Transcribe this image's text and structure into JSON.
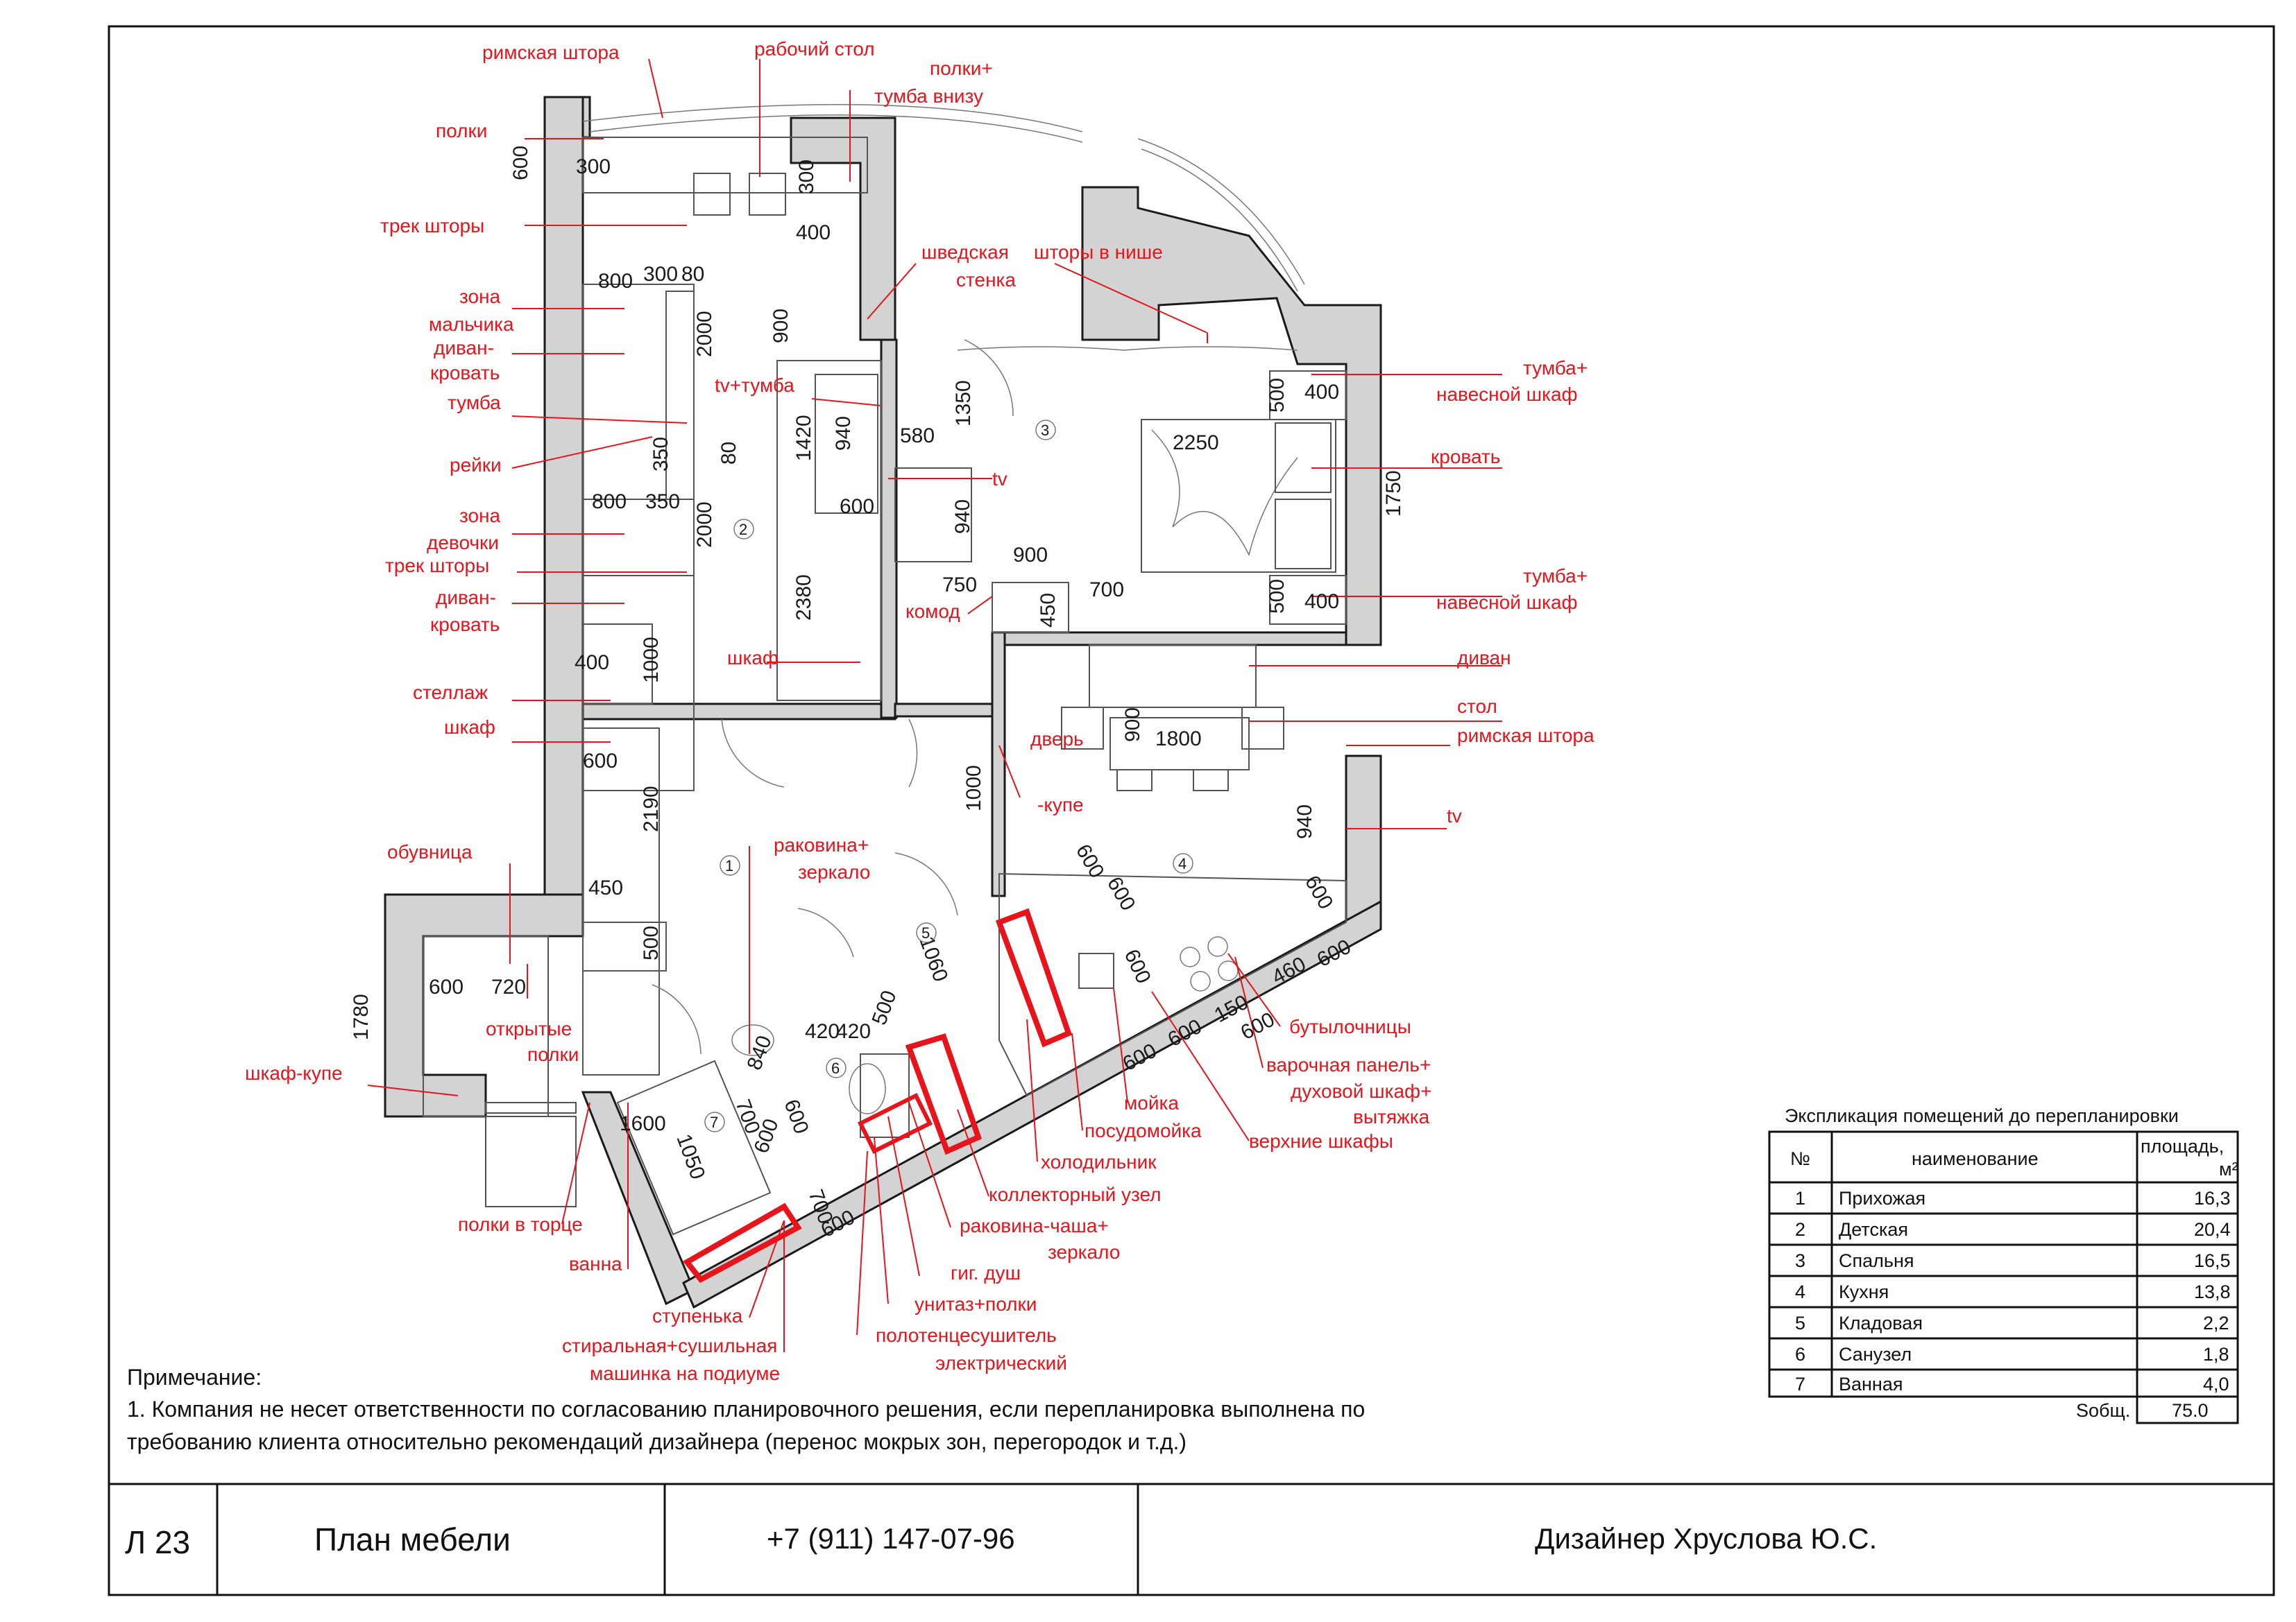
{
  "labels": {
    "l1": "римская штора",
    "l2": "рабочий стол",
    "l3a": "полки+",
    "l3b": "тумба внизу",
    "l4": "полки",
    "l5": "трек шторы",
    "l6a": "шведская",
    "l6b": "стенка",
    "l7": "шторы в нише",
    "l8a": "зона",
    "l8b": "мальчика",
    "l9a": "диван-",
    "l9b": "кровать",
    "l10": "тумба",
    "l11": "tv+тумба",
    "l12": "рейки",
    "l13": "tv",
    "l14a": "зона",
    "l14b": "девочки",
    "l15": "трек шторы",
    "l16a": "диван-",
    "l16b": "кровать",
    "l17": "комод",
    "l18": "шкаф",
    "l19": "стеллаж",
    "l20": "шкаф",
    "l21a": "тумба+",
    "l21b": "навесной шкаф",
    "l22": "кровать",
    "l23a": "тумба+",
    "l23b": "навесной шкаф",
    "l24": "диван",
    "l25": "стол",
    "l26": "римская штора",
    "l27": "tv",
    "l28a": "дверь",
    "l28b": "-купе",
    "l29a": "раковина+",
    "l29b": "зеркало",
    "l30": "обувница",
    "l31a": "открытые",
    "l31b": "полки",
    "l32": "шкаф-купе",
    "l33": "полки в торце",
    "l34": "ванна",
    "l35": "ступенька",
    "l36a": "стиральная+сушильная",
    "l36b": "машинка на подиуме",
    "l37": "бутылочницы",
    "l38a": "варочная панель+",
    "l38b": "духовой шкаф+",
    "l38c": "вытяжка",
    "l39": "мойка",
    "l40": "посудомойка",
    "l41": "верхние шкафы",
    "l42": "холодильник",
    "l43": "коллекторный узел",
    "l44a": "раковина-чаша+",
    "l44b": "зеркало",
    "l45": "гиг. душ",
    "l46": "унитаз+полки",
    "l47a": "полотенцесушитель",
    "l47b": "электрический"
  },
  "dims": [
    "600",
    "300",
    "300",
    "400",
    "800",
    "300",
    "80",
    "900",
    "2000",
    "1350",
    "580",
    "500",
    "400",
    "2250",
    "1750",
    "1420",
    "940",
    "tv+тумба",
    "350",
    "80",
    "800",
    "350",
    "600",
    "940",
    "2000",
    "2380",
    "750",
    "900",
    "700",
    "450",
    "500",
    "400",
    "400",
    "1000",
    "600",
    "2190",
    "1000",
    "900",
    "1800",
    "940",
    "600",
    "600",
    "600",
    "450",
    "500",
    "600",
    "720",
    "1780",
    "1060",
    "420",
    "420",
    "500",
    "840",
    "700",
    "600",
    "600",
    "700",
    "1600",
    "1050",
    "600",
    "600",
    "600",
    "150",
    "600",
    "460",
    "600"
  ],
  "room_numbers": [
    "1",
    "2",
    "3",
    "4",
    "5",
    "6",
    "7"
  ],
  "note": {
    "title": "Примечание:",
    "line1": "1. Компания не несет ответственности по согласованию планировочного решения, если перепланировка выполнена по",
    "line2": "требованию клиента относительно рекомендаций дизайнера (перенос мокрых зон, перегородок и т.д.)"
  },
  "table": {
    "caption": "Экспликация помещений до перепланировки",
    "headers": {
      "no": "№",
      "name": "наименование",
      "area_a": "площадь,",
      "area_b": "м²"
    },
    "rows": [
      {
        "no": "1",
        "name": "Прихожая",
        "area": "16,3"
      },
      {
        "no": "2",
        "name": "Детская",
        "area": "20,4"
      },
      {
        "no": "3",
        "name": "Спальня",
        "area": "16,5"
      },
      {
        "no": "4",
        "name": "Кухня",
        "area": "13,8"
      },
      {
        "no": "5",
        "name": "Кладовая",
        "area": "2,2"
      },
      {
        "no": "6",
        "name": "Санузел",
        "area": "1,8"
      },
      {
        "no": "7",
        "name": "Ванная",
        "area": "4,0"
      }
    ],
    "total_label": "Sобщ.",
    "total_value": "75.0"
  },
  "title_block": {
    "sheet": "Л 23",
    "title": "План мебели",
    "phone": "+7 (911) 147-07-96",
    "designer": "Дизайнер Хруслова Ю.С."
  },
  "colors": {
    "annotation": "#e8141b",
    "wall": "#d3d3d3",
    "line": "#1a1a1a"
  }
}
